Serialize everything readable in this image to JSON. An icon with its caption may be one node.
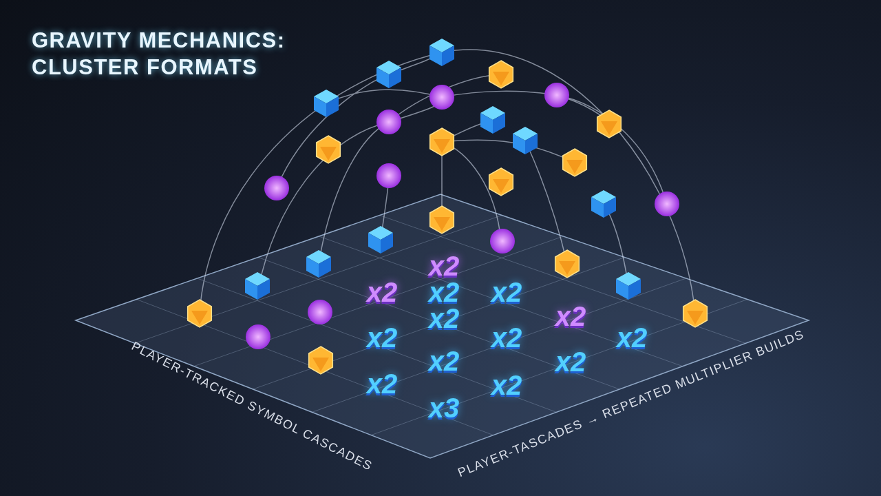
{
  "diagram": {
    "title": "GRAVITY MECHANICS: CLUSTER FORMATS",
    "labels": [
      "x2",
      "x2",
      "x2",
      "x2",
      "x2",
      "x2",
      "x2",
      "x2",
      "x2",
      "x2",
      "x2",
      "x2",
      "x2",
      "x3",
      "PLAYER-TRACKED SYMBOL CASCADES",
      "PLAYER-TASCADES → REPEATED MULTIPLIER BUILDS"
    ]
  }
}
